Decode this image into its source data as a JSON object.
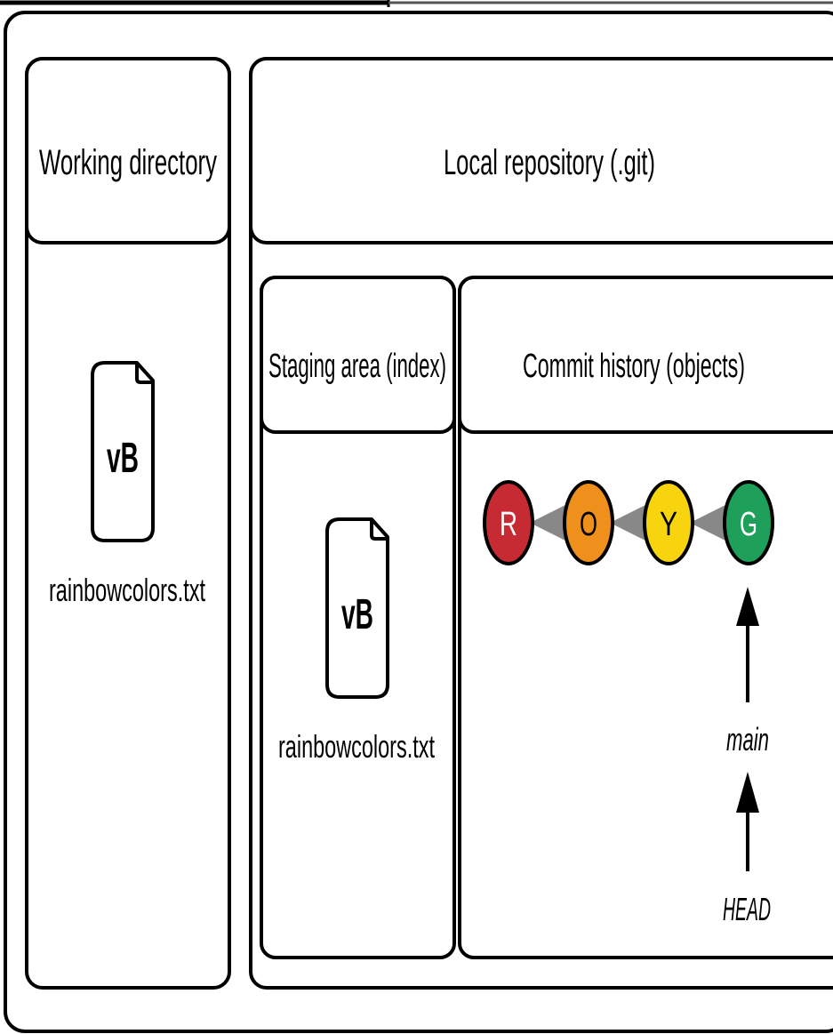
{
  "working_directory": {
    "title": "Working directory",
    "file": {
      "label": "vB",
      "name": "rainbowcolors.txt"
    }
  },
  "local_repository": {
    "title": "Local repository (.git)",
    "staging_area": {
      "title": "Staging area (index)",
      "file": {
        "label": "vB",
        "name": "rainbowcolors.txt"
      }
    },
    "commit_history": {
      "title": "Commit history (objects)",
      "commits": [
        {
          "label": "R",
          "color": "#c62a32"
        },
        {
          "label": "O",
          "color": "#f0901c"
        },
        {
          "label": "Y",
          "color": "#f7d40d"
        },
        {
          "label": "G",
          "color": "#1ea05a"
        }
      ],
      "branch": "main",
      "head": "HEAD"
    }
  },
  "colors": {
    "outline": "#000000",
    "parent_arrow": "#888888",
    "commit_text": "#ffffff"
  }
}
